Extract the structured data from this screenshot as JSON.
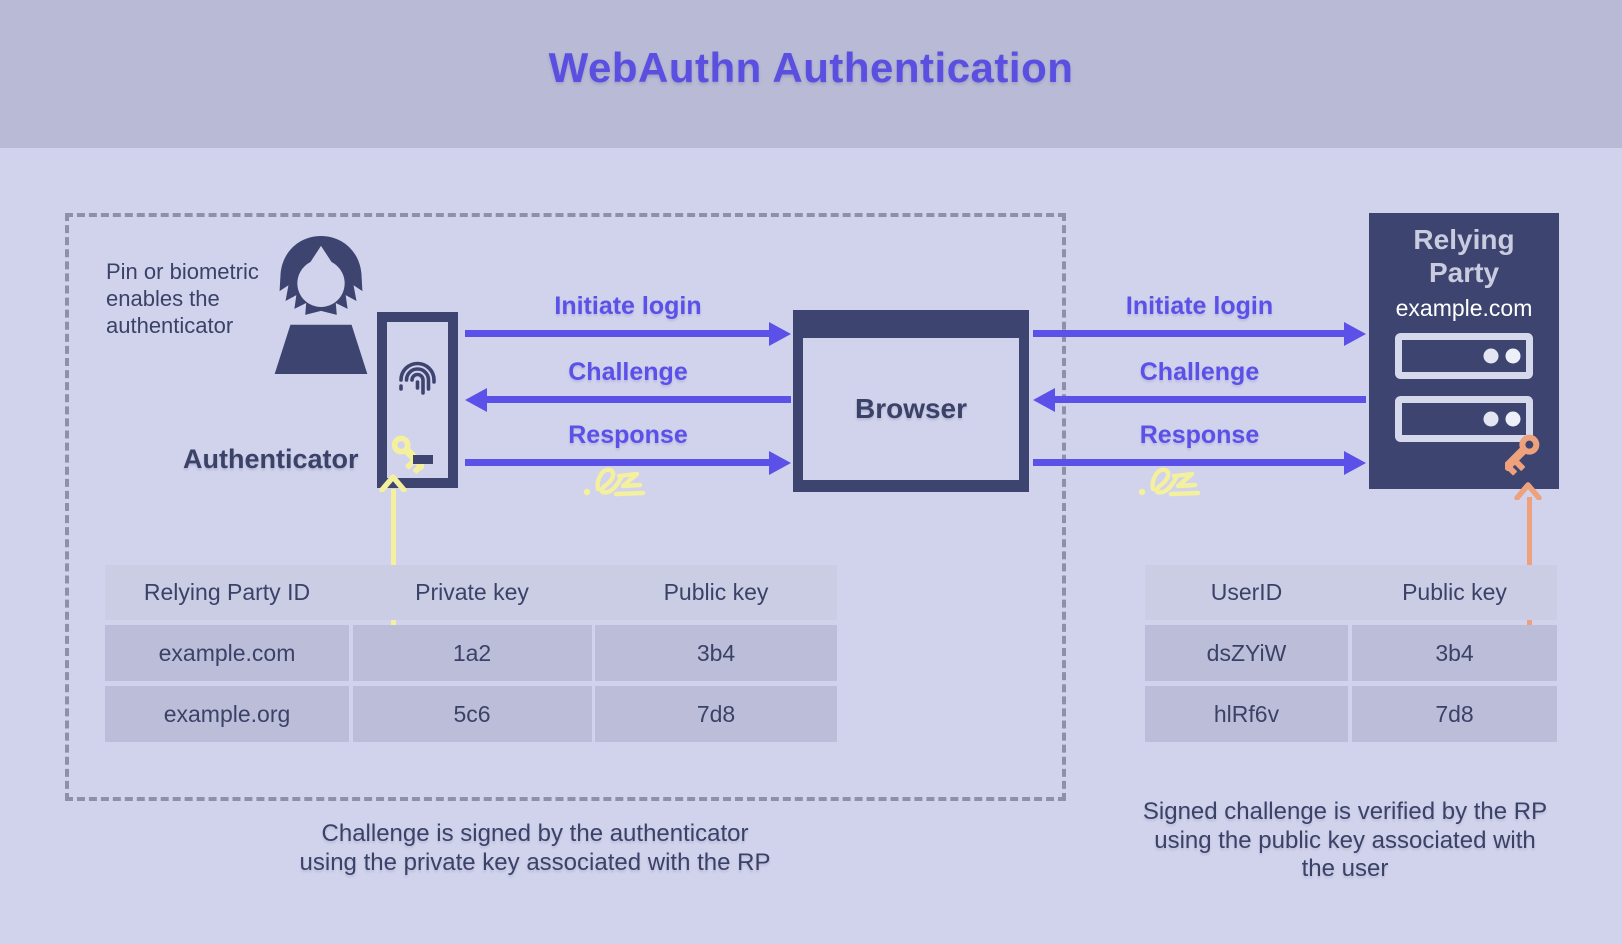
{
  "title": "WebAuthn Authentication",
  "client_zone": {
    "user_note": "Pin or biometric\nenables the\nauthenticator",
    "authenticator_label": "Authenticator"
  },
  "browser": {
    "label": "Browser"
  },
  "relying_party": {
    "name": "Relying\nParty",
    "domain": "example.com"
  },
  "flows": {
    "authenticator_browser": [
      {
        "label": "Initiate login",
        "direction": "right"
      },
      {
        "label": "Challenge",
        "direction": "left"
      },
      {
        "label": "Response",
        "direction": "right",
        "annotation": "signed"
      }
    ],
    "browser_relying_party": [
      {
        "label": "Initiate login",
        "direction": "right"
      },
      {
        "label": "Challenge",
        "direction": "left"
      },
      {
        "label": "Response",
        "direction": "right",
        "annotation": "signed"
      }
    ]
  },
  "tables": {
    "authenticator_credentials": {
      "headers": [
        "Relying Party ID",
        "Private key",
        "Public key"
      ],
      "rows": [
        [
          "example.com",
          "1a2",
          "3b4"
        ],
        [
          "example.org",
          "5c6",
          "7d8"
        ]
      ],
      "highlighted_cell": "1a2"
    },
    "relying_party_users": {
      "headers": [
        "UserID",
        "Public key"
      ],
      "rows": [
        [
          "dsZYiW",
          "3b4"
        ],
        [
          "hlRf6v",
          "7d8"
        ]
      ],
      "highlighted_cell": "3b4"
    }
  },
  "captions": {
    "left": "Challenge is signed by the  authenticator\nusing the private key associated with the RP",
    "right": "Signed challenge is verified by the RP\nusing the public key associated with\nthe user"
  },
  "colors": {
    "page_bg": "#d1d3ec",
    "header_bg": "#b9bbd6",
    "navy": "#3e4470",
    "purple": "#5b50e8",
    "title_purple": "#5a4fe0",
    "yellow": "#f5f09e",
    "orange": "#eda17c",
    "table_header_bg": "#cbcde5",
    "table_cell_bg": "#bcbed9",
    "text_navy": "#3b4268",
    "dash_gray": "#8d90a6",
    "rp_title_text": "#c9cbdf",
    "white": "#ffffff"
  }
}
